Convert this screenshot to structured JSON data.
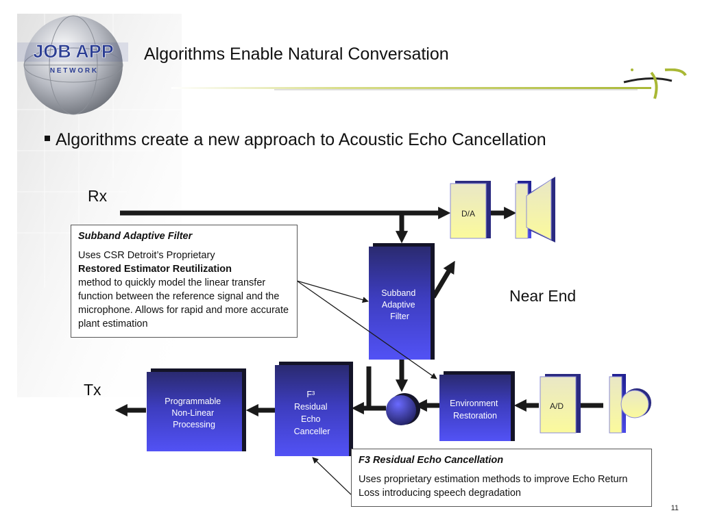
{
  "logo": {
    "line1": "JOB APP",
    "line2": "N E T W O R K"
  },
  "title": "Algorithms Enable Natural Conversation",
  "bullet": "Algorithms create a new approach to Acoustic Echo Cancellation",
  "diagram": {
    "rx_label": "Rx",
    "tx_label": "Tx",
    "near_end_label": "Near End",
    "blocks": {
      "da": "D/A",
      "ad": "A/D",
      "subband": [
        "Subband",
        "Adaptive",
        "Filter"
      ],
      "f3": [
        "F³",
        "Residual",
        "Echo",
        "Canceller"
      ],
      "environment": [
        "Environment",
        "Restoration"
      ],
      "nlp": [
        "Programmable",
        "Non-Linear",
        "Processing"
      ]
    },
    "callout_subband": {
      "title": "Subband Adaptive Filter",
      "text_before": "Uses CSR Detroit’s Proprietary",
      "text_bold": "Restored Estimator Reutilization",
      "text_after": "method to quickly model the linear transfer function between the reference signal and the microphone. Allows for rapid and more accurate plant estimation"
    },
    "callout_f3": {
      "title": "F3 Residual Echo Cancellation",
      "text": "Uses proprietary estimation methods to improve Echo Return Loss introducing speech degradation"
    }
  },
  "page_number": "11",
  "colors": {
    "block_blue": "#4a4ae8",
    "block_dark": "#141428",
    "converter_yellow": "#f2f0a8",
    "arrow": "#1a1a1a",
    "accent_green": "#a9b835"
  }
}
